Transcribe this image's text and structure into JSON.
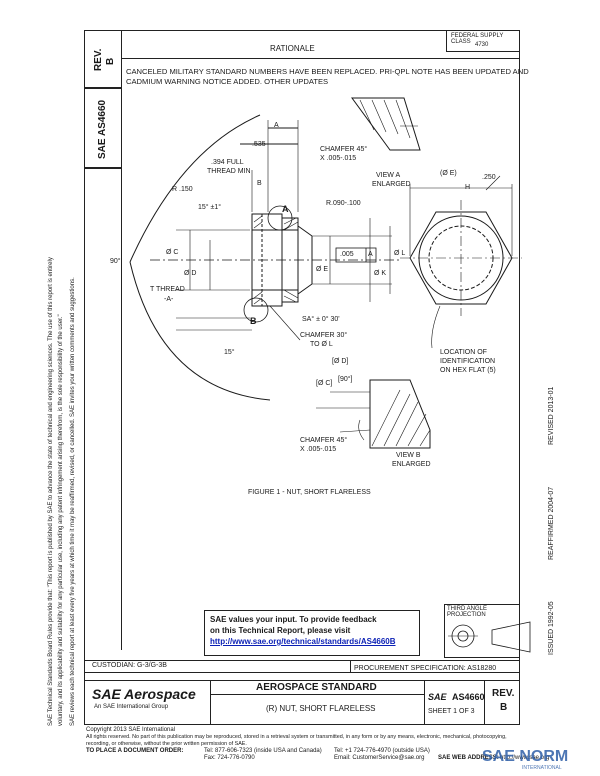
{
  "rev": {
    "label": "REV.",
    "value": "B"
  },
  "doc": {
    "number": "AS4660",
    "logo": "SAE"
  },
  "header": {
    "rationale": "RATIONALE",
    "rationale_text_1": "CANCELED MILITARY STANDARD NUMBERS HAVE BEEN REPLACED. PRI-QPL NOTE HAS BEEN UPDATED AND",
    "rationale_text_2": "CADMIUM WARNING NOTICE ADDED. OTHER UPDATES",
    "federal_code_1": "FEDERAL SUPPLY CLASS",
    "federal_code_2": "4730"
  },
  "side_notes": {
    "line1": "SAE Technical Standards Board Rules provide that: \"This report is published by SAE to advance the state of technical and engineering sciences. The use of this report is entirely",
    "line2": "voluntary, and its applicability and suitability for any particular use, including any patent infringement arising therefrom, is the sole responsibility of the user.\"",
    "line3": "SAE reviews each technical report at least every five years at which time it may be reaffirmed, revised, or cancelled. SAE invites your written comments and suggestions."
  },
  "right_notes": {
    "issued": "ISSUED 1992-05",
    "reaffirmed": "REAFFIRMED 2004-07",
    "revised": "REVISED 2013-01"
  },
  "drawing": {
    "dim_535": ".535",
    "dim_a": "A",
    "dim_394": ".394 FULL",
    "thread_min": "THREAD MIN",
    "dim_b": "B",
    "r150": "R .150",
    "deg15_1": "15° ±1°",
    "r090": "R.090-.100",
    "deg90": "90°",
    "dia_c": "Ø C",
    "dia_d": "Ø D",
    "thread_t": "T THREAD",
    "datum_a": "-A-",
    "tol_005": ".005",
    "tol_a": "A",
    "dia_l": "Ø L",
    "dia_e": "Ø E",
    "dia_k": "Ø K",
    "label_a": "A",
    "label_b": "B",
    "sa": "SA° ± 0° 30'",
    "chamfer30_1": "CHAMFER 30°",
    "chamfer30_2": "TO Ø L",
    "deg15": "15°",
    "chamfer45_1": "CHAMFER 45°",
    "chamfer45_2": "X .005-.015",
    "view_a_1": "VIEW A",
    "view_a_2": "ENLARGED",
    "dia_e2": "(Ø E)",
    "dim_h": "H",
    "dim_250": ".250",
    "location_1": "LOCATION OF",
    "location_2": "IDENTIFICATION",
    "location_3": "ON HEX FLAT (5)",
    "dia_d2": "[Ø D]",
    "dia_c2": "[Ø C]",
    "deg90_2": "[90°]",
    "chamfer45b_1": "CHAMFER 45°",
    "chamfer45b_2": "X .005-.015",
    "view_b_1": "VIEW B",
    "view_b_2": "ENLARGED",
    "figure_caption": "FIGURE 1 - NUT, SHORT FLARELESS"
  },
  "feedback": {
    "line1": "SAE values your input. To provide feedback",
    "line2": "on this Technical Report, please visit",
    "link": "http://www.sae.org/technical/standards/AS4660B"
  },
  "projection": {
    "label": "THIRD ANGLE PROJECTION"
  },
  "title_block": {
    "custodian": "CUSTODIAN: G-3/G-3B",
    "procurement": "PROCUREMENT SPECIFICATION: AS18280",
    "brand": "SAE Aerospace",
    "brand_sub": "An SAE International Group",
    "standard": "AEROSPACE STANDARD",
    "title": "(R) NUT, SHORT FLARELESS",
    "sae": "SAE",
    "number": "AS4660",
    "sheet": "SHEET 1 OF 3",
    "rev_label": "REV.",
    "rev_value": "B"
  },
  "footer": {
    "copyright": "Copyright 2013 SAE International",
    "rights": "All rights reserved. No part of this publication may be reproduced, stored in a retrieval system or transmitted, in any form or by any means, electronic, mechanical, photocopying,",
    "rights2": "recording, or otherwise, without the prior written permission of SAE.",
    "order": "TO PLACE A DOCUMENT ORDER:",
    "tel1": "Tel: 877-606-7323 (inside USA and Canada)",
    "tel2": "Tel: +1 724-776-4970 (outside USA)",
    "fax": "Fax: 724-776-0790",
    "email": "Email: CustomerService@sae.org",
    "web": "SAE WEB ADDRESS:",
    "web_url": "http://www.sae.org",
    "watermark": "SAE NORM",
    "watermark_sub": "INTERNATIONAL"
  },
  "colors": {
    "link": "#0a1fb5",
    "watermark": "#2f5fa8",
    "ink": "#1a1a1a"
  }
}
